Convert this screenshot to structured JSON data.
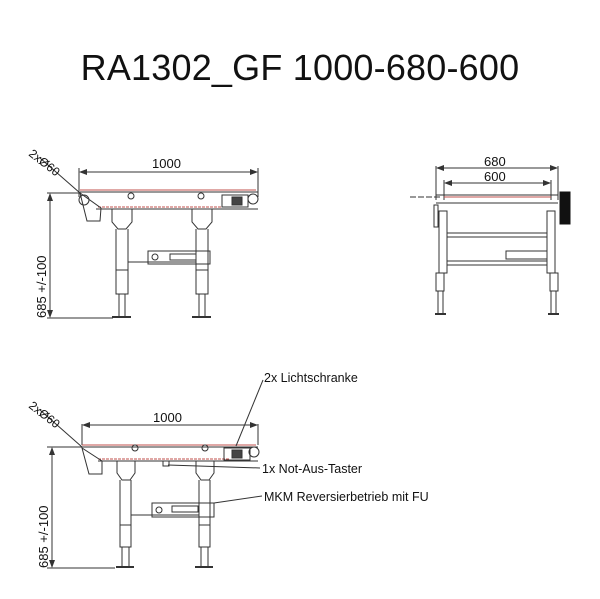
{
  "title": "RA1302_GF 1000-680-600",
  "views": {
    "side_top": {
      "length_dim": "1000",
      "roller_dim": "2xØ60",
      "height_dim": "685 +/-100"
    },
    "front": {
      "outer_width_dim": "680",
      "inner_width_dim": "600"
    },
    "side_bottom": {
      "length_dim": "1000",
      "roller_dim": "2xØ60",
      "height_dim": "685 +/-100",
      "callouts": [
        {
          "label": "2x Lichtschranke"
        },
        {
          "label": "1x Not-Aus-Taster"
        },
        {
          "label": "MKM Reversierbetrieb mit FU"
        }
      ]
    }
  },
  "colors": {
    "line": "#333333",
    "belt": "#c0504d",
    "motor": "#111111"
  }
}
